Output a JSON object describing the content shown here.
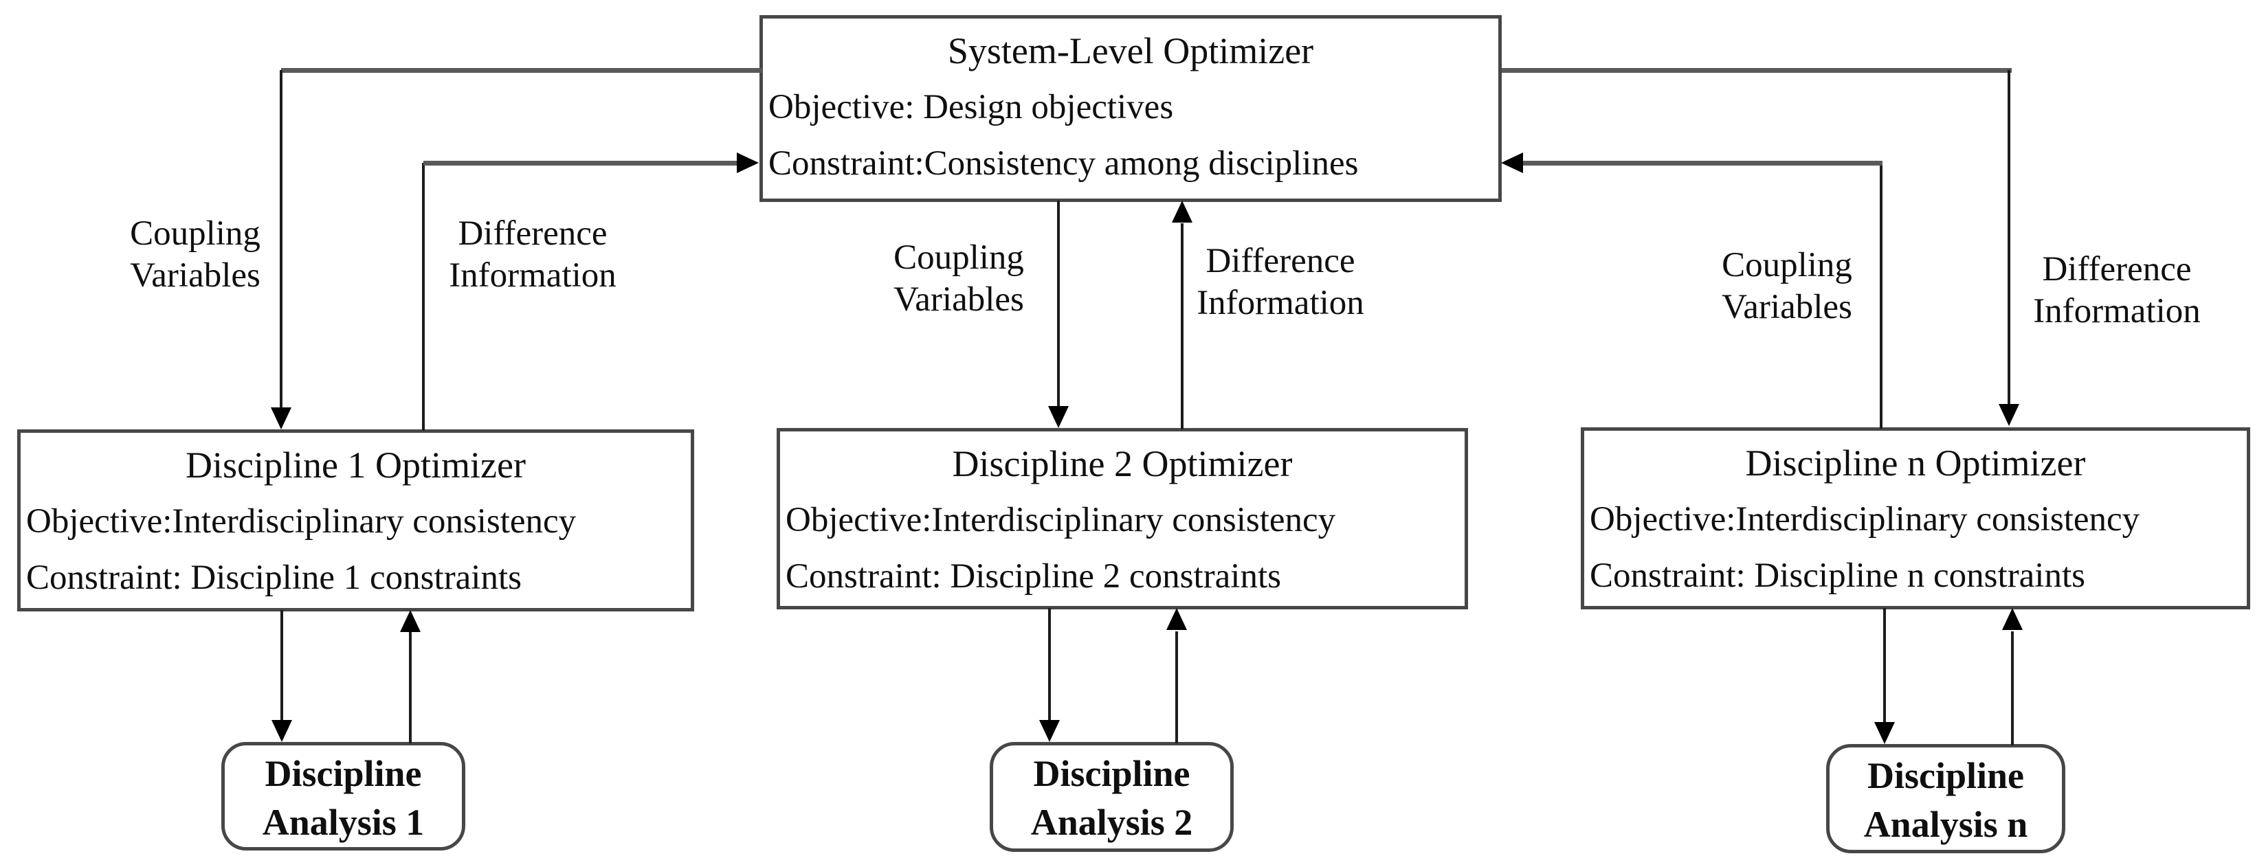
{
  "diagram": {
    "background_color": "#ffffff",
    "line_color": "#5a5a5a",
    "arrow_color": "#000000",
    "text_color": "#0f0f0f",
    "system_optimizer": {
      "title": "System-Level Optimizer",
      "objective": "Objective: Design objectives",
      "constraint": "Constraint:Consistency among disciplines"
    },
    "discipline_optimizers": [
      {
        "title": "Discipline 1 Optimizer",
        "objective": "Objective:Interdisciplinary consistency",
        "constraint": "Constraint: Discipline 1 constraints",
        "analysis": {
          "line1": "Discipline",
          "line2": "Analysis 1"
        }
      },
      {
        "title": "Discipline 2 Optimizer",
        "objective": "Objective:Interdisciplinary consistency",
        "constraint": "Constraint: Discipline 2 constraints",
        "analysis": {
          "line1": "Discipline",
          "line2": "Analysis 2"
        }
      },
      {
        "title": "Discipline n Optimizer",
        "objective": "Objective:Interdisciplinary consistency",
        "constraint": "Constraint: Discipline n constraints",
        "analysis": {
          "line1": "Discipline",
          "line2": "Analysis n"
        }
      }
    ],
    "flow_labels": {
      "coupling": {
        "line1": "Coupling",
        "line2": "Variables"
      },
      "difference": {
        "line1": "Difference",
        "line2": "Information"
      }
    }
  }
}
